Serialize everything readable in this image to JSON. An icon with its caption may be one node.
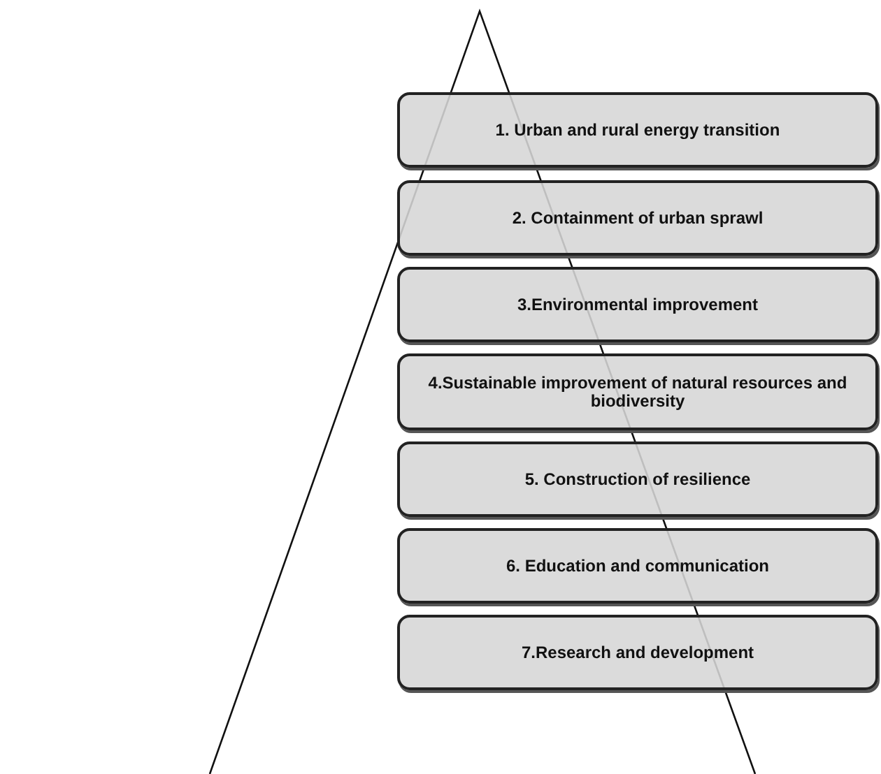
{
  "diagram": {
    "nodes": [
      {
        "text": [
          "1. Urban and rural energy transition"
        ]
      },
      {
        "text": [
          "2. Containment of urban sprawl"
        ]
      },
      {
        "text": [
          "3.Environmental improvement"
        ]
      },
      {
        "text": [
          "4.Sustainable improvement of natural resources and biodiversity"
        ]
      },
      {
        "text": [
          "5. Construction of resilience"
        ]
      },
      {
        "text": [
          "6. Education and communication"
        ]
      },
      {
        "text": [
          "7.Research and development"
        ]
      }
    ],
    "edges": []
  }
}
